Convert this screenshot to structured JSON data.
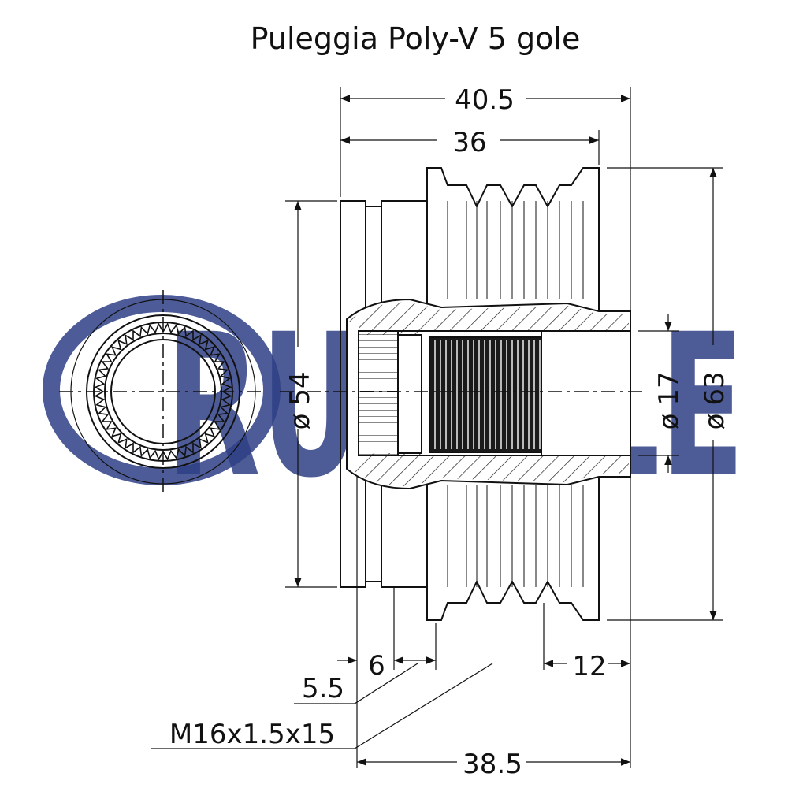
{
  "title": "Puleggia Poly-V 5 gole",
  "watermark": {
    "text": "RUVILLE",
    "color": "#2e3f86"
  },
  "dimensions": {
    "overall_length": "40.5",
    "pulley_length": "36",
    "hub_diameter": "54",
    "bore_diameter": "17",
    "outer_diameter": "63",
    "flange_width": "6",
    "front_offset": "5.5",
    "thread": "M16x1.5x15",
    "rear_length": "12",
    "base_length": "38.5"
  },
  "diameter_symbol": "ø"
}
